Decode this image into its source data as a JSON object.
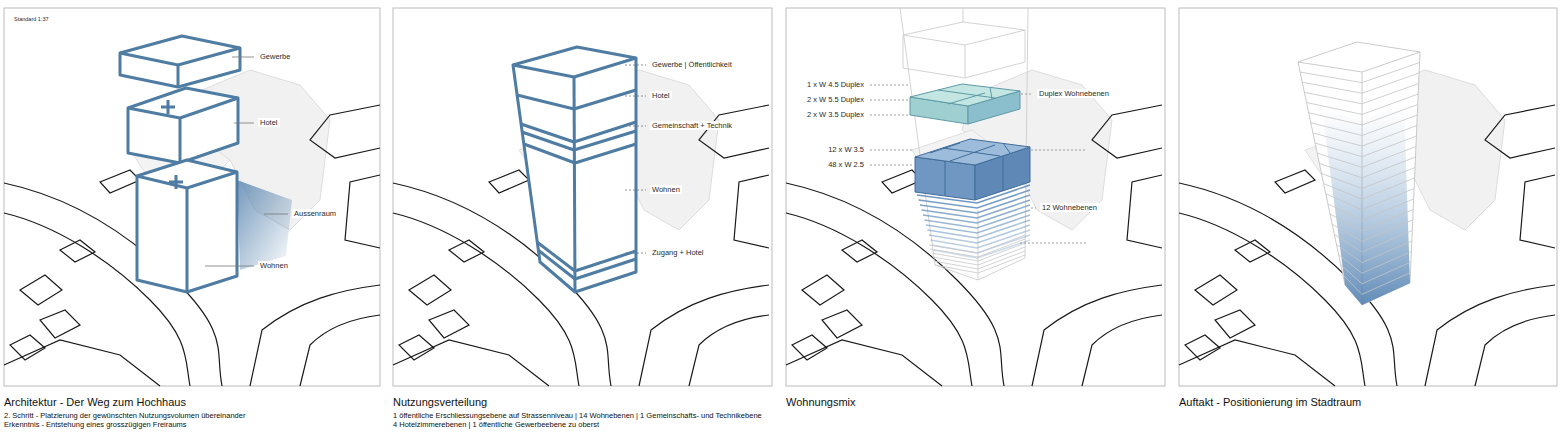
{
  "diagram": {
    "labels": [
      "Standard 1:37",
      "Gewerbe",
      "Hotel",
      "Aussenraum",
      "Wohnen",
      "Architektur - Der Weg zum Hochhaus",
      "2. Schritt - Platzierung der gewünschten Nutzungsvolumen übereinander",
      "Erkenntnis - Entstehung eines grosszügigen Freiraums",
      "Gewerbe | Öffentlichkeit",
      "Hotel",
      "Gemeinschaft + Technik",
      "Wohnen",
      "Zugang + Hotel",
      "Nutzungsverteilung",
      "1 öffentliche Erschliessungsebene auf Strassenniveau | 14 Wohnebenen | 1 Gemeinschafts- und Technikebene",
      "4 Hotelzimmerebenen | 1 öffentliche Gewerbeebene zu oberst",
      "1 x W 4.5 Duplex",
      "2 x W 5.5 Duplex",
      "2 x W 3.5 Duplex",
      "Duplex Wohnebenen",
      "12 x W 3.5",
      "48 x W 2.5",
      "12 Wohnebenen",
      "Wohnungsmix",
      "Auftakt - Positionierung im Stadtraum"
    ]
  }
}
